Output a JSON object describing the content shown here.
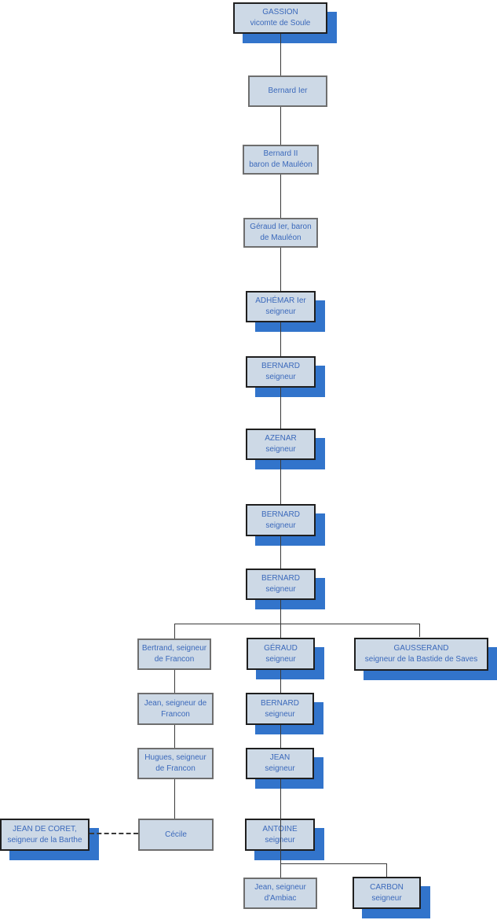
{
  "diagram": {
    "type": "family-tree"
  },
  "colors": {
    "background": "#ffffff",
    "box_fill": "#cdd9e6",
    "box_border": "#6e6e6e",
    "emph_border": "#1f1f1f",
    "shadow_blue": "#3274cb",
    "text_blue": "#3b69bb",
    "line_color": "#3a3a3a"
  },
  "nodes": {
    "gassion": {
      "line1": "GASSION",
      "line2": "vicomte de Soule"
    },
    "bernard_ier": {
      "line1": "Bernard Ier"
    },
    "bernard_ii": {
      "line1": "Bernard II",
      "line2": "baron de Mauléon"
    },
    "geraud_ier": {
      "line1": "Géraud Ier, baron",
      "line2": "de Mauléon"
    },
    "adhemar": {
      "line1": "ADHÉMAR Ier",
      "line2": "seigneur"
    },
    "bernard_a": {
      "line1": "BERNARD",
      "line2": "seigneur"
    },
    "azenar": {
      "line1": "AZENAR",
      "line2": "seigneur"
    },
    "bernard_b": {
      "line1": "BERNARD",
      "line2": "seigneur"
    },
    "bernard_c": {
      "line1": "BERNARD",
      "line2": "seigneur"
    },
    "bertrand": {
      "line1": "Bertrand, seigneur",
      "line2": "de Francon"
    },
    "geraud": {
      "line1": "GÉRAUD",
      "line2": "seigneur"
    },
    "gausserand": {
      "line1": "GAUSSERAND",
      "line2": "seigneur de la Bastide de Saves"
    },
    "jean_francon": {
      "line1": "Jean, seigneur de",
      "line2": "Francon"
    },
    "bernard_d": {
      "line1": "BERNARD",
      "line2": "seigneur"
    },
    "hugues": {
      "line1": "Hugues, seigneur",
      "line2": "de Francon"
    },
    "jean": {
      "line1": "JEAN",
      "line2": "seigneur"
    },
    "jean_de_coret": {
      "line1": "JEAN DE CORET,",
      "line2": "seigneur de la Barthe"
    },
    "cecile": {
      "line1": "Cécile"
    },
    "antoine": {
      "line1": "ANTOINE",
      "line2": "seigneur"
    },
    "jean_ambiac": {
      "line1": "Jean, seigneur",
      "line2": "d'Ambiac"
    },
    "carbon": {
      "line1": "CARBON",
      "line2": "seigneur"
    }
  }
}
